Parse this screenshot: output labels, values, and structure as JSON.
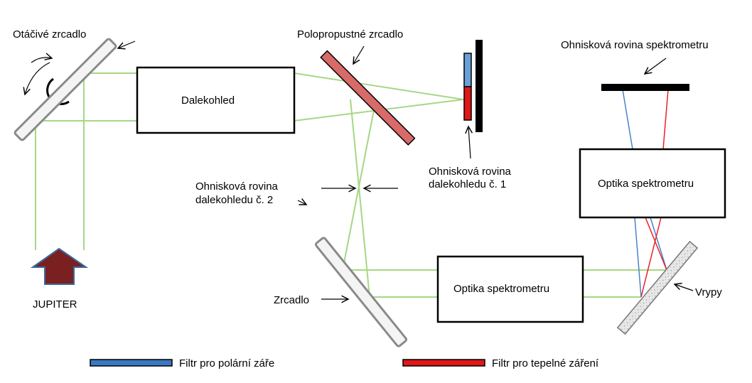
{
  "labels": {
    "rotating_mirror": "Otáčivé zrcadlo",
    "telescope": "Dalekohled",
    "semi_transparent_mirror": "Polopropustné zrcadlo",
    "spectrometer_focal_plane": "Ohnisková rovina spektrometru",
    "telescope_focal_plane_1_line1": "Ohnisková rovina",
    "telescope_focal_plane_1_line2": "dalekohledu  č. 1",
    "telescope_focal_plane_2_line1": "Ohnisková rovina",
    "telescope_focal_plane_2_line2": "dalekohledu č. 2",
    "spectrometer_optics_upper": "Optika spektrometru",
    "spectrometer_optics_lower": "Optika spektrometru",
    "mirror": "Zrcadlo",
    "grating": "Vrypy",
    "source": "JUPITER"
  },
  "legend": [
    {
      "label": "Filtr pro polární záře",
      "color": "#3a78c2"
    },
    {
      "label": "Filtr pro tepelné záření",
      "color": "#e01818"
    }
  ],
  "colors": {
    "beam": "#a6d785",
    "source_arrow": "#7b2020",
    "semi_mirror": "#d96a6a",
    "filter_blue": "#6aa0d8",
    "filter_red": "#e01818",
    "ray_blue": "#4a82c8",
    "ray_red": "#e8202a"
  }
}
